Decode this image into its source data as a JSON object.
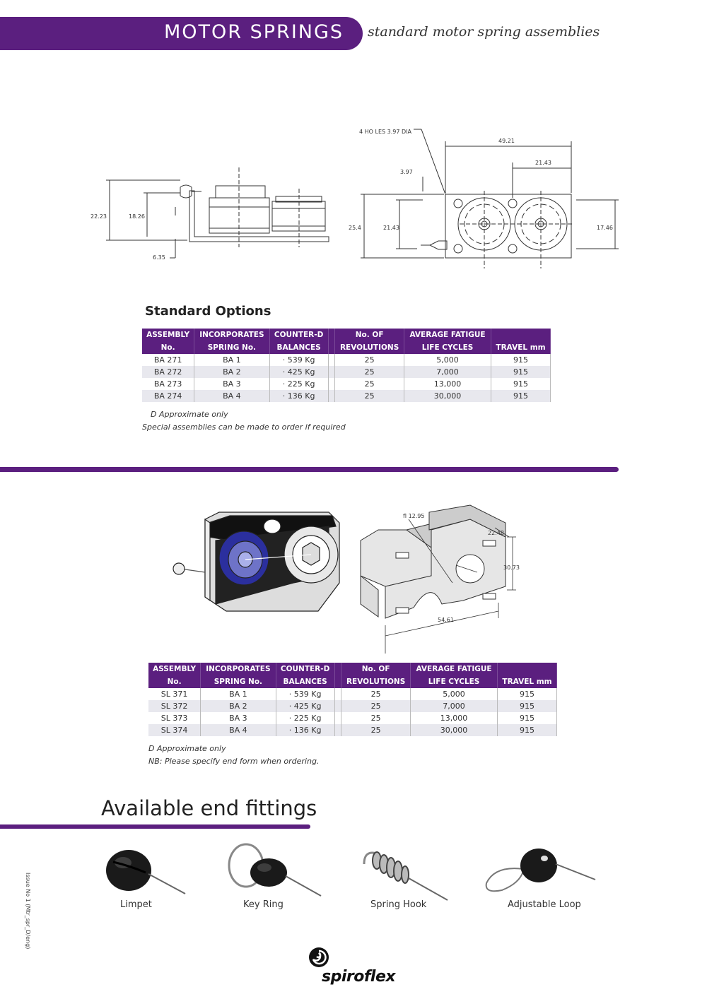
{
  "header": {
    "title": "MOTOR SPRINGS",
    "subtitle": "standard motor spring assemblies"
  },
  "drawing1": {
    "dims": {
      "d1": "22.23",
      "d2": "18.26",
      "d3": "6.35",
      "holes": "4 HO LES 3.97 DIA",
      "w1": "49.21",
      "w2": "21.43",
      "d4": "3.97",
      "h1": "25.4",
      "h2": "21.43",
      "h3": "17.46"
    }
  },
  "standard_options": {
    "title": "Standard Options",
    "headers_top": [
      "ASSEMBLY",
      "INCORPORATES",
      "COUNTER-D",
      "",
      "No. OF",
      "AVERAGE FATIGUE",
      ""
    ],
    "headers_bottom": [
      "No.",
      "SPRING No.",
      "BALANCES",
      "",
      "REVOLUTIONS",
      "LIFE CYCLES",
      "TRAVEL mm"
    ],
    "rows": [
      [
        "BA 271",
        "BA 1",
        "· 539 Kg",
        "",
        "25",
        "5,000",
        "915"
      ],
      [
        "BA 272",
        "BA 2",
        "· 425 Kg",
        "",
        "25",
        "7,000",
        "915"
      ],
      [
        "BA 273",
        "BA 3",
        "· 225 Kg",
        "",
        "25",
        "13,000",
        "915"
      ],
      [
        "BA 274",
        "BA 4",
        "· 136 Kg",
        "",
        "25",
        "30,000",
        "915"
      ]
    ],
    "note1": "D Approximate only",
    "note2": "Special assemblies can be made to order if required"
  },
  "drawing2": {
    "dims": {
      "d1": "fl 12.95",
      "d2": "22.48",
      "d3": "30.73",
      "d4": "54.61"
    }
  },
  "second_table": {
    "headers_top": [
      "ASSEMBLY",
      "INCORPORATES",
      "COUNTER-D",
      "",
      "No. OF",
      "AVERAGE FATIGUE",
      ""
    ],
    "headers_bottom": [
      "No.",
      "SPRING No.",
      "BALANCES",
      "",
      "REVOLUTIONS",
      "LIFE CYCLES",
      "TRAVEL mm"
    ],
    "rows": [
      [
        "SL 371",
        "BA 1",
        "· 539 Kg",
        "",
        "25",
        "5,000",
        "915"
      ],
      [
        "SL 372",
        "BA 2",
        "· 425 Kg",
        "",
        "25",
        "7,000",
        "915"
      ],
      [
        "SL 373",
        "BA 3",
        "· 225 Kg",
        "",
        "25",
        "13,000",
        "915"
      ],
      [
        "SL 374",
        "BA 4",
        "· 136 Kg",
        "",
        "25",
        "30,000",
        "915"
      ]
    ],
    "note1": "D Approximate only",
    "note2": "NB: Please specify end form when ordering."
  },
  "end_fittings": {
    "title": "Available end fittings",
    "items": [
      "Limpet",
      "Key Ring",
      "Spring Hook",
      "Adjustable Loop"
    ]
  },
  "side_note": "Issue No 1 (Mtr_spr_D/eng)",
  "logo": "spiroflex",
  "colors": {
    "brand": "#5b1f7f"
  }
}
